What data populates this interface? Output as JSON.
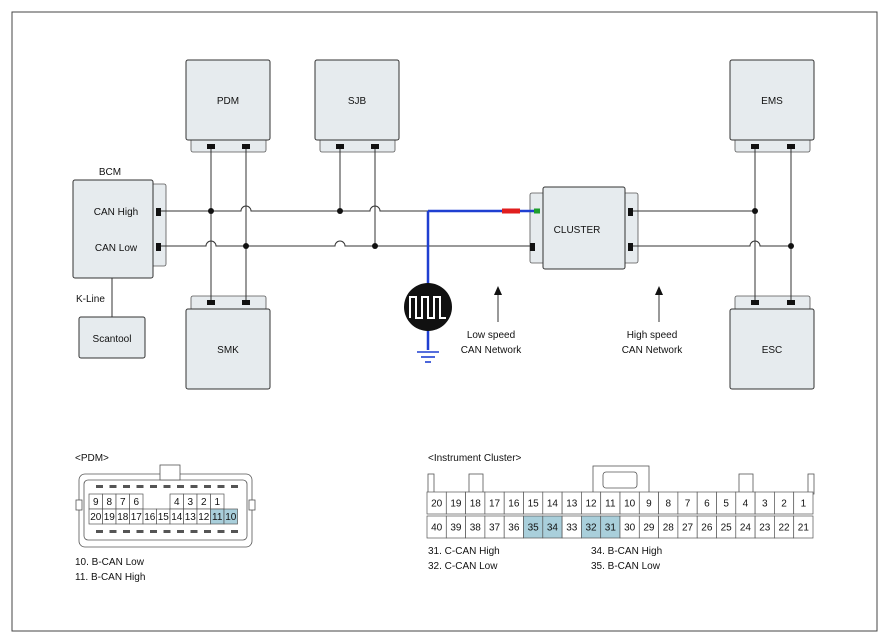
{
  "modules": {
    "pdm": "PDM",
    "sjb": "SJB",
    "ems": "EMS",
    "bcm": "BCM",
    "bcm_can_high": "CAN High",
    "bcm_can_low": "CAN Low",
    "cluster": "CLUSTER",
    "smk": "SMK",
    "esc": "ESC",
    "scantool": "Scantool"
  },
  "labels": {
    "kline": "K-Line",
    "low_speed_1": "Low speed",
    "low_speed_2": "CAN Network",
    "high_speed_1": "High speed",
    "high_speed_2": "CAN Network"
  },
  "pdm_connector": {
    "title": "<PDM>",
    "top_row": [
      "9",
      "8",
      "7",
      "6",
      "",
      "",
      "4",
      "3",
      "2",
      "1"
    ],
    "bottom_row": [
      "20",
      "19",
      "18",
      "17",
      "16",
      "15",
      "14",
      "13",
      "12",
      "11",
      "10"
    ],
    "highlighted": [
      "11",
      "10"
    ],
    "legend": [
      "10. B-CAN Low",
      "11. B-CAN High"
    ]
  },
  "cluster_connector": {
    "title": "<Instrument Cluster>",
    "top_row": [
      "20",
      "19",
      "18",
      "17",
      "16",
      "15",
      "14",
      "13",
      "12",
      "11",
      "10",
      "9",
      "8",
      "7",
      "6",
      "5",
      "4",
      "3",
      "2",
      "1"
    ],
    "bottom_row": [
      "40",
      "39",
      "38",
      "37",
      "36",
      "35",
      "34",
      "33",
      "32",
      "31",
      "30",
      "29",
      "28",
      "27",
      "26",
      "25",
      "24",
      "23",
      "22",
      "21"
    ],
    "highlighted": [
      "35",
      "34",
      "32",
      "31"
    ],
    "legend_left": [
      "31. C-CAN High",
      "32. C-CAN Low"
    ],
    "legend_right": [
      "34. B-CAN High",
      "35. B-CAN Low"
    ],
    "legend_highlight_color": "#2e8b3a"
  },
  "colors": {
    "wire_blue": "#1f3fd1",
    "wire_red": "#e01e1e",
    "wire_green": "#1e9e2e",
    "module_fill": "#e6ebee",
    "pin_highlight": "#a9cfdb"
  }
}
